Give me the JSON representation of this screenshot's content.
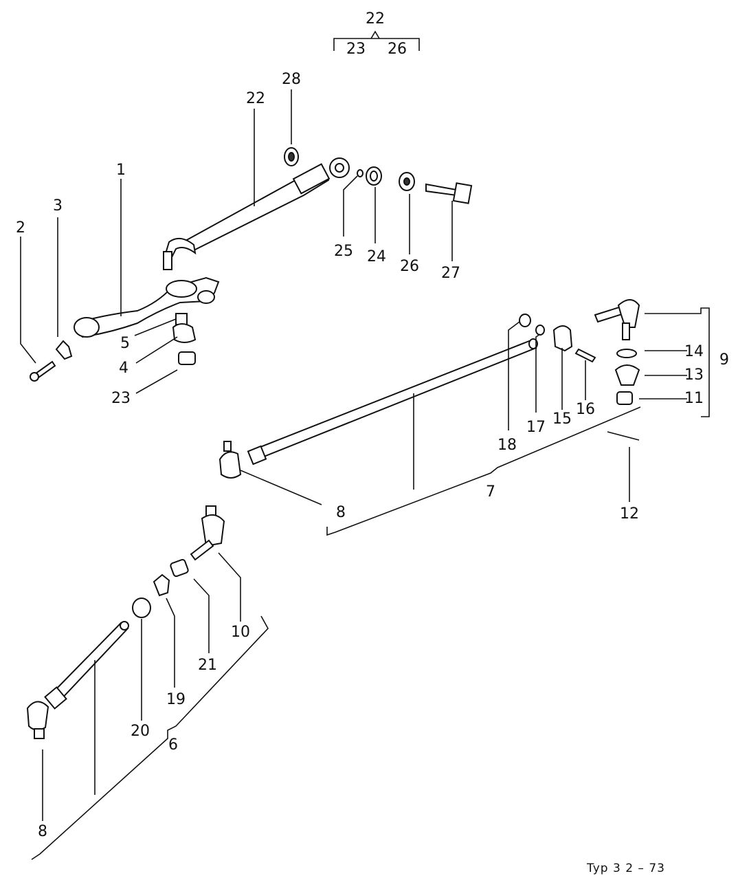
{
  "diagram": {
    "header_group": {
      "top": "22",
      "left": "23",
      "right": "26"
    },
    "labels": {
      "l1": "1",
      "l2": "2",
      "l3": "3",
      "l4": "4",
      "l5": "5",
      "l6": "6",
      "l7": "7",
      "l8a": "8",
      "l8b": "8",
      "l9": "9",
      "l10": "10",
      "l11": "11",
      "l12": "12",
      "l13": "13",
      "l14": "14",
      "l15": "15",
      "l16": "16",
      "l17": "17",
      "l18": "18",
      "l19": "19",
      "l20": "20",
      "l21": "21",
      "l22": "22",
      "l23": "23",
      "l24": "24",
      "l25": "25",
      "l26": "26",
      "l27": "27",
      "l28": "28"
    },
    "footer": "Typ 3  2 – 73"
  }
}
